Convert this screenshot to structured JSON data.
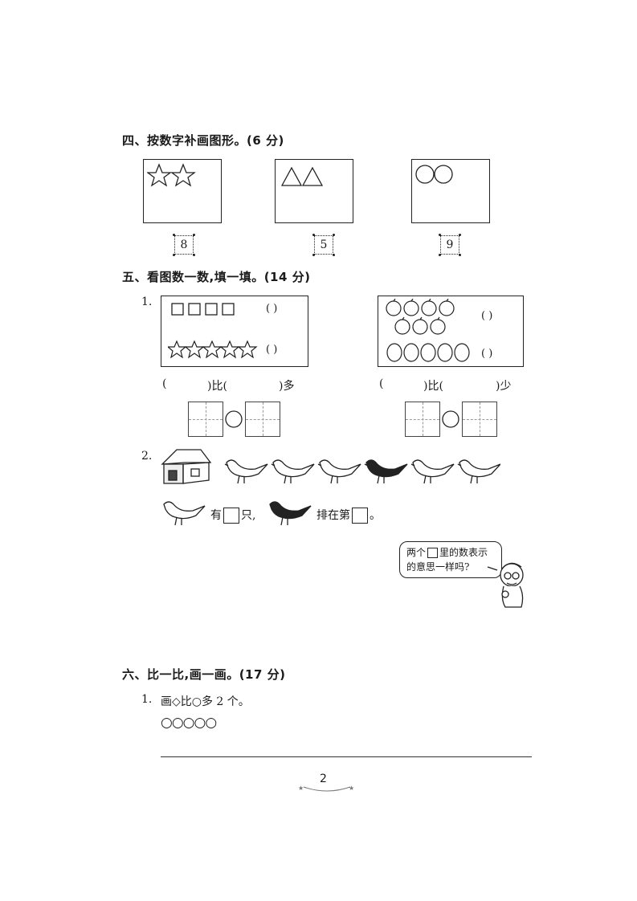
{
  "section4": {
    "heading": "四、按数字补画图形。(6 分)",
    "items": [
      {
        "shape": "star",
        "shown": 2,
        "number": "8"
      },
      {
        "shape": "triangle",
        "shown": 2,
        "number": "5"
      },
      {
        "shape": "circle",
        "shown": 2,
        "number": "9"
      }
    ]
  },
  "section5": {
    "heading": "五、看图数一数,填一填。(14 分)",
    "q1": {
      "label": "1.",
      "left_paren": "(        )",
      "compare_left": {
        "open": "(",
        "mid": ")比(",
        "end": ")多"
      },
      "compare_right": {
        "open": "(",
        "mid": ")比(",
        "end": ")少"
      }
    },
    "q2": {
      "label": "2.",
      "line_has": "有",
      "line_only": "只,",
      "line_rank": "排在第",
      "line_end": "。"
    },
    "bubble": {
      "line1_a": "两个",
      "line1_b": "里的数表示",
      "line2": "的意思一样吗?"
    }
  },
  "section6": {
    "heading": "六、比一比,画一画。(17 分)",
    "q1_label": "1.",
    "q1_text": "画◇比○多 2 个。",
    "circles": "○○○○○"
  },
  "footer": {
    "page_number": "2"
  }
}
